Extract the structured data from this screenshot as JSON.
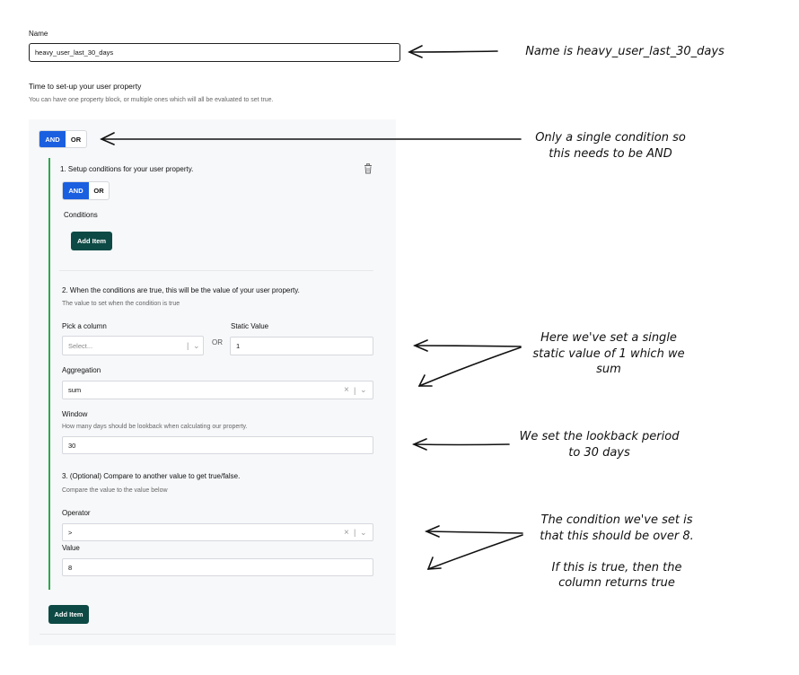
{
  "form": {
    "name_label": "Name",
    "name_value": "heavy_user_last_30_days",
    "section_title": "Time to set-up your user property",
    "section_desc": "You can have one property block, or multiple ones which will all be evaluated to set true.",
    "outer_toggle": {
      "and": "AND",
      "or": "OR",
      "selected": "AND"
    },
    "block": {
      "step1_title": "1. Setup conditions for your user property.",
      "inner_toggle": {
        "and": "AND",
        "or": "OR",
        "selected": "AND"
      },
      "conditions_label": "Conditions",
      "add_item_label": "Add Item",
      "step2_title": "2. When the conditions are true, this will be the value of your user property.",
      "step2_desc": "The value to set when the condition is true",
      "pick_column_label": "Pick a column",
      "pick_column_placeholder": "Select...",
      "or_text": "OR",
      "static_value_label": "Static Value",
      "static_value": "1",
      "aggregation_label": "Aggregation",
      "aggregation_value": "sum",
      "window_label": "Window",
      "window_desc": "How many days should be lookback when calculating our property.",
      "window_value": "30",
      "step3_title": "3. (Optional) Compare to another value to get true/false.",
      "step3_desc": "Compare the value to the value below",
      "operator_label": "Operator",
      "operator_value": ">",
      "value_label": "Value",
      "value_value": "8"
    },
    "bottom_add_item_label": "Add Item"
  },
  "annotations": {
    "name_note": "Name is heavy_user_last_30_days",
    "and_note_1": "Only a single condition so",
    "and_note_2": "this needs to be AND",
    "static_note_1": "Here we've set a single",
    "static_note_2": "static value of 1 which we",
    "static_note_3": "sum",
    "window_note_1": "We set the lookback period",
    "window_note_2": "to 30 days",
    "compare_note_1": "The condition we've set is",
    "compare_note_2": "that this should be over 8.",
    "compare_note_3": "If this is true, then the",
    "compare_note_4": "column returns true"
  },
  "icons": {
    "trash": "trash-icon",
    "chevron": "chevron-down-icon",
    "clear": "clear-icon"
  },
  "colors": {
    "primary_blue": "#1a5fe0",
    "button_dark": "#0e4a45",
    "green_bar": "#2ca84a",
    "panel_bg": "#f7f8fa"
  }
}
